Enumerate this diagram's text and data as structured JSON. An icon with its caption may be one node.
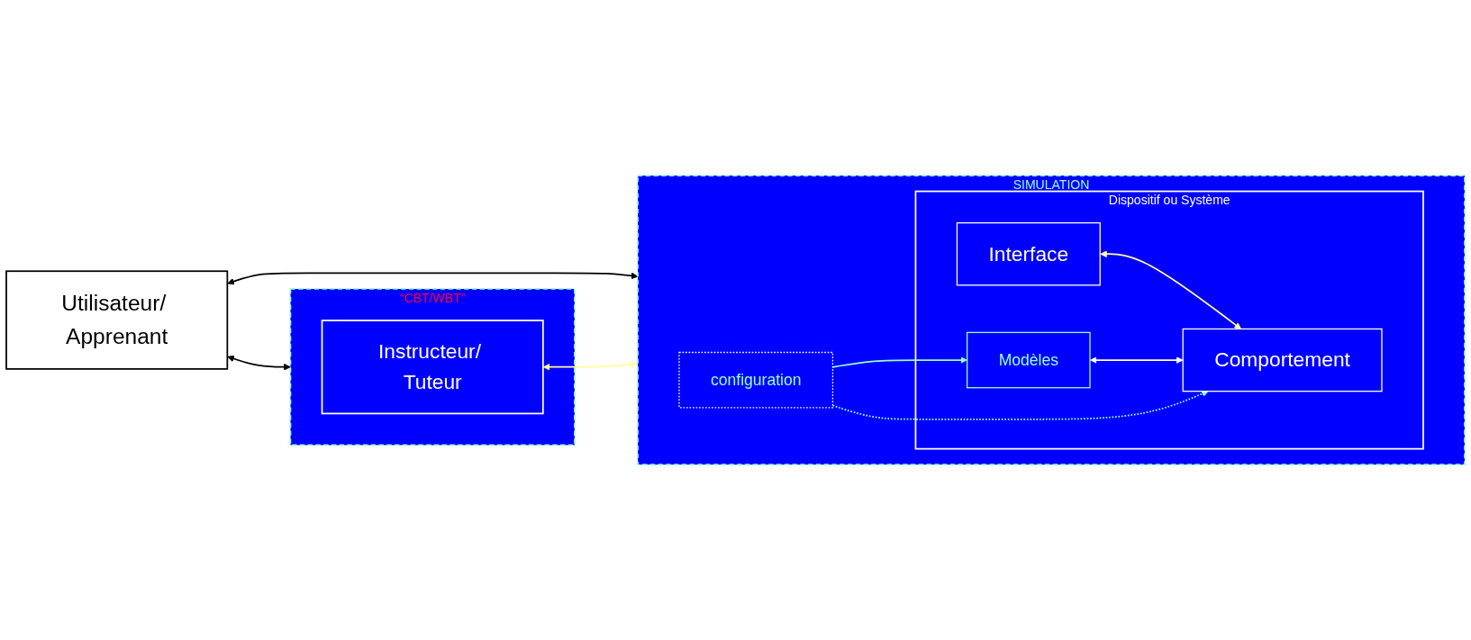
{
  "diagram": {
    "nodes": [
      {
        "text": [
          "Utilisateur/ Apprenant"
        ]
      },
      {
        "text": [
          "SIMULATION"
        ]
      },
      {
        "text": [
          "Dispositif ou Système"
        ],
        "in": 1
      },
      {
        "text": [
          "Interface"
        ],
        "in": 2
      },
      {
        "text": [
          "Comportement"
        ],
        "in": 2
      },
      {
        "text": [
          "Modèles"
        ],
        "in": 2
      },
      {
        "text": [
          "configuration"
        ],
        "in": 1
      },
      {
        "text": [
          "“CBT/WBT”"
        ]
      },
      {
        "text": [
          "Instructeur/ Tuteur"
        ],
        "in": 7
      }
    ],
    "edges": [
      {
        "from": 0,
        "to": 1,
        "arrow": "both",
        "color": "#000000"
      },
      {
        "from": 0,
        "to": 7,
        "arrow": "both",
        "color": "#000000"
      },
      {
        "from": 8,
        "to": 1,
        "arrow": "both",
        "color": "#ffff99"
      },
      {
        "from": 3,
        "to": 4,
        "arrow": "both",
        "color": "#ffff99"
      },
      {
        "from": 5,
        "to": 4,
        "arrow": "both",
        "color": "#ffffff"
      },
      {
        "from": 6,
        "to": 5,
        "arrow": "to",
        "color": "#99ffcc"
      },
      {
        "from": 6,
        "to": 4,
        "arrow": "to",
        "style": "dashed",
        "color": "#99ffcc"
      }
    ]
  }
}
